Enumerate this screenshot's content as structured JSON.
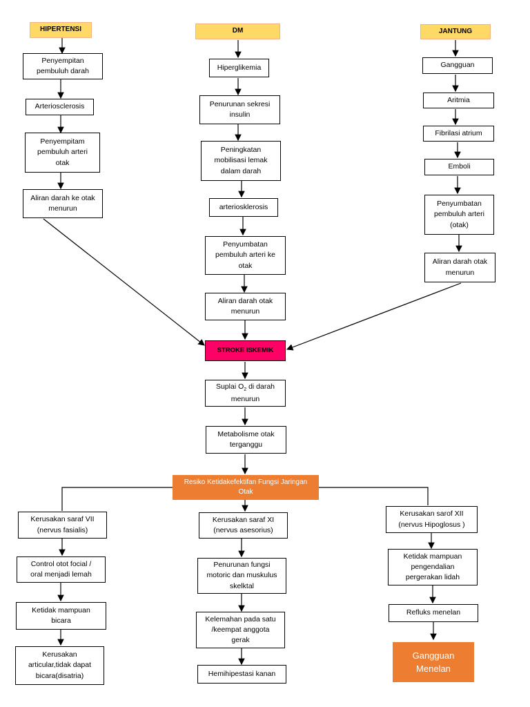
{
  "nodes": {
    "hipertensi": "HIPERTENSI",
    "dm": "DM",
    "jantung": "JANTUNG",
    "l1": "Penyempitan\npembuluh darah",
    "l2": "Arteriosclerosis",
    "l3": "Penyempitam\npembuluh arteri\notak",
    "l4": "Aliran darah ke otak\nmenurun",
    "m1": "Hiperglikemia",
    "m2": "Penurunan sekresi\ninsulin",
    "m3": "Peningkatan\nmobilisasi lemak\ndalam darah",
    "m4": "arteriosklerosis",
    "m5": "Penyumbatan\npembuluh arteri ke\notak",
    "m6": "Aliran darah otak\nmenurun",
    "r1": "Gangguan",
    "r2": "Aritmia",
    "r3": "Fibrilasi atrium",
    "r4": "Emboli",
    "r5": "Penyumbatan\npembuluh arteri\n(otak)",
    "r6": "Aliran darah otak\nmenurun",
    "stroke": "STROKE ISKEMIK",
    "s1_pre": "Suplai O",
    "s1_sub": "2",
    "s1_post": " di darah\nmenurun",
    "s2": "Metabolisme otak\nterganggu",
    "risk": "Resiko Ketidakefektifan Fungsi Jaringan\nOtak",
    "a1": "Kerusakan saraf VII\n(nervus fasialis)",
    "a2": "Control otot focial /\noral menjadi lemah",
    "a3": "Ketidak mampuan\nbicara",
    "a4": "Kerusakan\narticular,tidak dapat\nbicara(disatria)",
    "b1": "Kerusakan saraf XI\n(nervus  asesorius)",
    "b2": "Penurunan fungsi\nmotoric dan muskulus\nskelktal",
    "b3": "Kelemahan pada satu\n/keempat anggota\ngerak",
    "b4": "Hemihipestasi kanan",
    "c1": "Kerusakan sarof XII\n(nervus Hipoglosus )",
    "c2": "Ketidak mampuan\npengendalian\npergerakan lidah",
    "c3": "Refluks menelan",
    "c4": "Gangguan\nMenelan"
  },
  "colors": {
    "header_fill": "#ffd966",
    "stroke_fill": "#ff0066",
    "risk_fill": "#ed7d31"
  }
}
